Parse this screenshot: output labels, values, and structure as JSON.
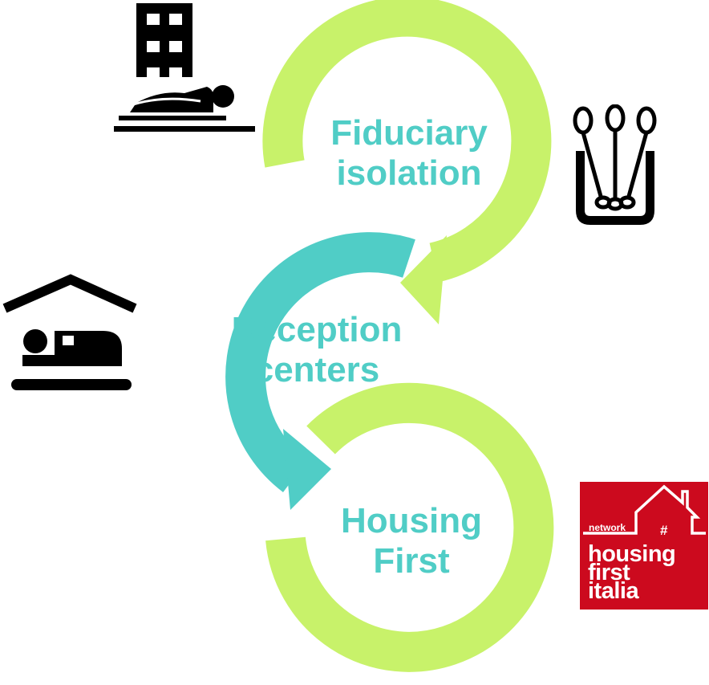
{
  "diagram": {
    "colors": {
      "lime": "#c8f26a",
      "teal": "#50cdc6",
      "icon": "#000000",
      "logo_red": "#cc0a1e"
    },
    "stages": [
      {
        "id": "fiduciary",
        "lines": [
          "Fiduciary",
          "isolation"
        ],
        "icon": "hotel-bed-icon"
      },
      {
        "id": "reception",
        "lines": [
          "Reception",
          "centers"
        ],
        "icon": "shelter-bed-icon"
      },
      {
        "id": "housing",
        "lines": [
          "Housing",
          "First"
        ],
        "icon": "housing-first-italia-logo"
      }
    ],
    "extra_icons": [
      "cotton-swab-test-icon"
    ],
    "logo": {
      "network": "network",
      "hash": "#",
      "lines": [
        "housing",
        "first",
        "italia"
      ]
    }
  }
}
